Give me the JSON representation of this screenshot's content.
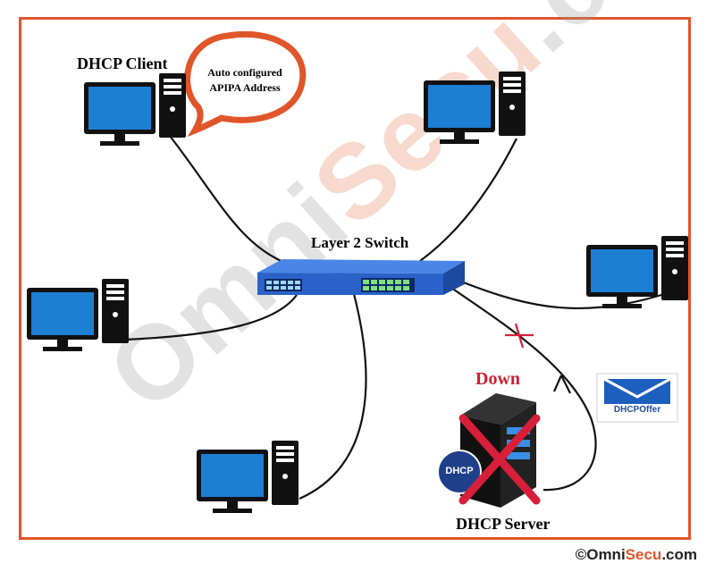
{
  "labels": {
    "client": "DHCP Client",
    "switch": "Layer 2 Switch",
    "server": "DHCP Server",
    "down": "Down"
  },
  "bubble": {
    "line1": "Auto configured",
    "line2": "APIPA Address"
  },
  "server_badge": "DHCP",
  "message_card": "DHCPOffer",
  "watermark": {
    "part1": "Omni",
    "part2": "Secu",
    "part3": ".com"
  },
  "copyright": {
    "symbol": "©",
    "part1": "Omni",
    "part2": "Secu",
    "part3": ".com"
  },
  "colors": {
    "frame": "#e0562a",
    "monitor_screen": "#1c7fd4",
    "switch_body": "#2a62c9",
    "cross": "#d81f3a",
    "down_text": "#cc2233"
  }
}
